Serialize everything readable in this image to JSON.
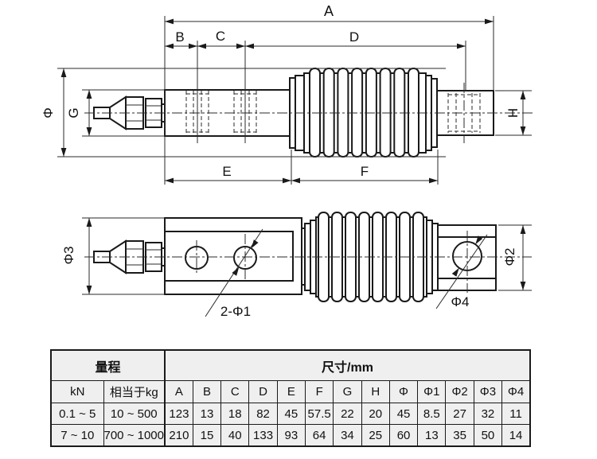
{
  "diagram": {
    "side_view": {
      "dim_labels": {
        "A": "A",
        "B": "B",
        "C": "C",
        "D": "D",
        "E": "E",
        "F": "F",
        "G": "G",
        "H": "H",
        "phi": "Φ"
      }
    },
    "top_view": {
      "dim_labels": {
        "phi3": "Φ3",
        "phi2": "Φ2",
        "phi4": "Φ4",
        "holes": "2-Φ1"
      }
    }
  },
  "table": {
    "header_range": "量程",
    "header_size": "尺寸/mm",
    "subheaders": [
      "kN",
      "相当于kg",
      "A",
      "B",
      "C",
      "D",
      "E",
      "F",
      "G",
      "H",
      "Φ",
      "Φ1",
      "Φ2",
      "Φ3",
      "Φ4"
    ],
    "rows": [
      [
        "0.1 ~ 5",
        "10 ~ 500",
        "123",
        "13",
        "18",
        "82",
        "45",
        "57.5",
        "22",
        "20",
        "45",
        "8.5",
        "27",
        "32",
        "11"
      ],
      [
        "7 ~ 10",
        "700 ~ 1000",
        "210",
        "15",
        "40",
        "133",
        "93",
        "64",
        "34",
        "25",
        "60",
        "13",
        "35",
        "50",
        "14"
      ]
    ]
  },
  "colors": {
    "line": "#1a1a1a",
    "background": "#ffffff",
    "table_cell": "#efefef"
  }
}
